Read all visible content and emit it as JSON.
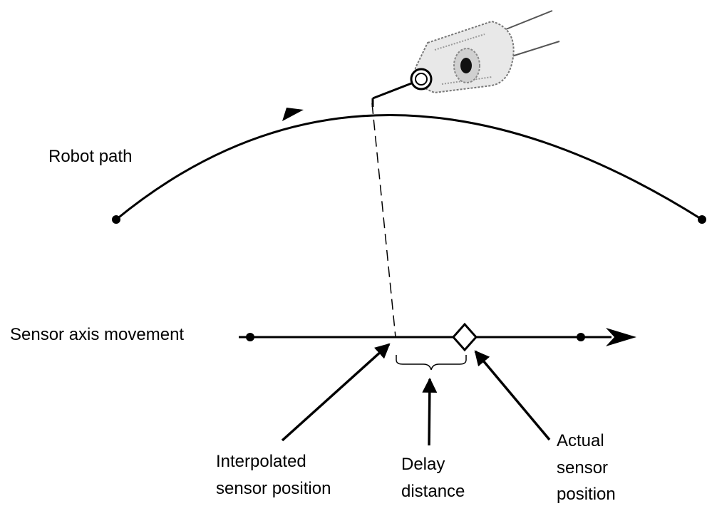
{
  "diagram": {
    "labels": {
      "robot_path": "Robot path",
      "sensor_axis_movement": "Sensor axis movement",
      "interpolated_line1": "Interpolated",
      "interpolated_line2": "sensor position",
      "delay_line1": "Delay",
      "delay_line2": "distance",
      "actual_line1": "Actual",
      "actual_line2": "sensor",
      "actual_line3": "position"
    },
    "colors": {
      "stroke": "#000000",
      "background": "#ffffff",
      "robot_body": "#e8e8e8",
      "robot_detail": "#888888"
    },
    "icons": {
      "robot_tool": "robot-arm-icon"
    }
  }
}
